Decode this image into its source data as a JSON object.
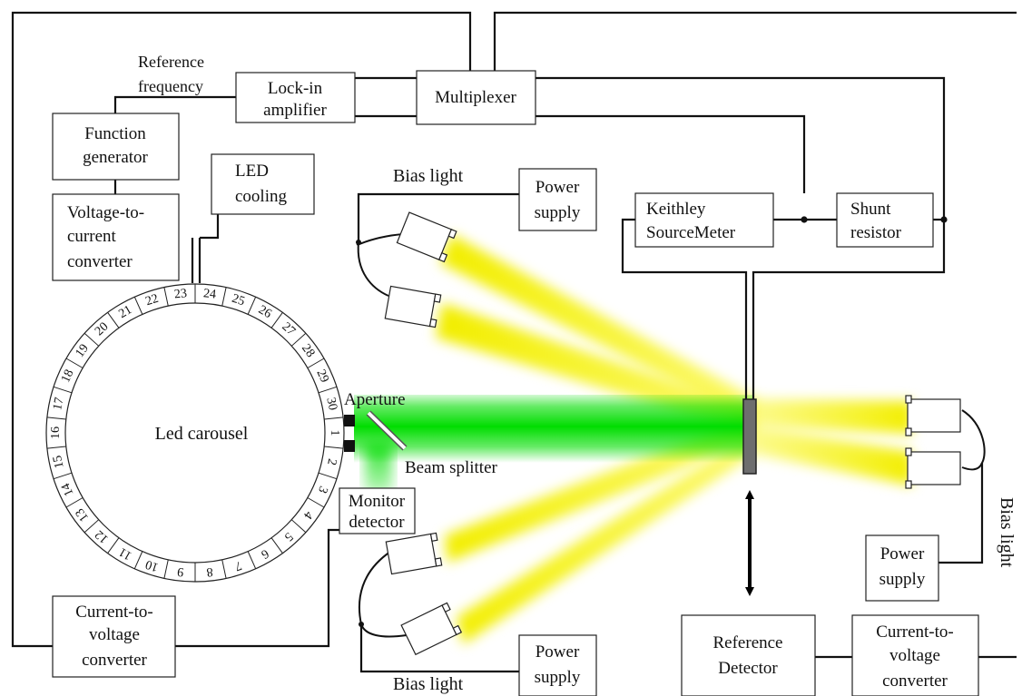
{
  "blocks": {
    "lockin": [
      "Lock-in",
      "amplifier"
    ],
    "multiplexer": "Multiplexer",
    "function_generator": [
      "Function",
      "generator"
    ],
    "led_cooling": [
      "LED",
      "cooling"
    ],
    "v2c": [
      "Voltage-to-",
      "current",
      "converter"
    ],
    "keithley": [
      "Keithley",
      "SourceMeter"
    ],
    "shunt": [
      "Shunt",
      "resistor"
    ],
    "monitor_detector": [
      "Monitor",
      "detector"
    ],
    "c2v_left": [
      "Current-to-",
      "voltage",
      "converter"
    ],
    "reference_detector": [
      "Reference",
      "Detector"
    ],
    "c2v_right": [
      "Current-to-",
      "voltage",
      "converter"
    ],
    "psu_top": [
      "Power",
      "supply"
    ],
    "psu_bottom": [
      "Power",
      "supply"
    ],
    "psu_right": [
      "Power",
      "supply"
    ]
  },
  "labels": {
    "reference_frequency": [
      "Reference",
      "frequency"
    ],
    "bias_light_top": "Bias light",
    "bias_light_bottom": "Bias light",
    "bias_light_right": "Bias light",
    "led_carousel": "Led carousel",
    "aperture": "Aperture",
    "beam_splitter": "Beam splitter"
  },
  "carousel_slots": [
    "1",
    "2",
    "3",
    "4",
    "5",
    "6",
    "7",
    "8",
    "9",
    "10",
    "11",
    "12",
    "13",
    "14",
    "15",
    "16",
    "17",
    "18",
    "19",
    "20",
    "21",
    "22",
    "23",
    "24",
    "25",
    "26",
    "27",
    "28",
    "29",
    "30"
  ],
  "colors": {
    "bias_beam": "#f4f000",
    "monochromatic_beam": "#00dd00",
    "sample": "#6e6e6e"
  }
}
